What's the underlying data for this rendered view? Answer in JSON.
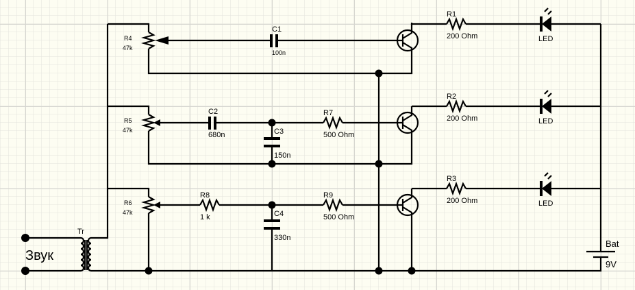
{
  "input_label": "Звук",
  "transformer": {
    "name": "Tr"
  },
  "pots": [
    {
      "name": "R4",
      "value": "47k"
    },
    {
      "name": "R5",
      "value": "47k"
    },
    {
      "name": "R6",
      "value": "47k"
    }
  ],
  "capacitors": [
    {
      "name": "C1",
      "value": "100n"
    },
    {
      "name": "C2",
      "value": "680n"
    },
    {
      "name": "C3",
      "value": "150n"
    },
    {
      "name": "C4",
      "value": "330n"
    }
  ],
  "resistors": [
    {
      "name": "R1",
      "value": "200 Ohm"
    },
    {
      "name": "R2",
      "value": "200 Ohm"
    },
    {
      "name": "R3",
      "value": "200 Ohm"
    },
    {
      "name": "R7",
      "value": "500 Ohm"
    },
    {
      "name": "R8",
      "value": "1 k"
    },
    {
      "name": "R9",
      "value": "500 Ohm"
    }
  ],
  "leds": [
    {
      "label": "LED"
    },
    {
      "label": "LED"
    },
    {
      "label": "LED"
    }
  ],
  "battery": {
    "name": "Bat",
    "value": "9V"
  }
}
